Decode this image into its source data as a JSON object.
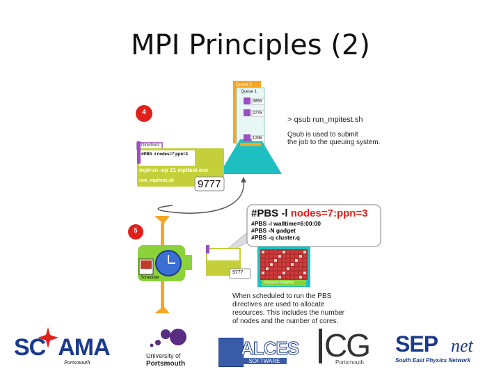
{
  "title": "MPI Principles (2)",
  "queue": {
    "queue2_label": "Queue 2",
    "queue1_label": "Queue 1",
    "jobs": [
      "3858",
      "2776",
      "1296"
    ]
  },
  "step4": {
    "number": "4",
    "qsub_cmd": "> qsub run_mpitest.sh",
    "qsub_desc_line1": "Qsub is used to submit",
    "qsub_desc_line2": "the job to the queuing system."
  },
  "script": {
    "tab_label": "Directives",
    "pbs_line": "#PBS -l nodes=7:ppn=3",
    "mpirun_line": "mpirun -np 21 mpitest.exe",
    "filename": "run_mpitest.sh",
    "job_id": "9777"
  },
  "zoom": {
    "pbs_prefix": "#PBS -l ",
    "pbs_nodes": "nodes=7:ppn=3",
    "line2": "#PBS -l walltime=6:00:00",
    "line3": "#PBS -N gadget",
    "line4": "#PBS -q cluster.q"
  },
  "step5": {
    "number": "5",
    "scheduler_label": "Scheduler",
    "small_job_id": "9777",
    "resource_label": "Resource Mapping",
    "desc_line1": "When scheduled to run the PBS",
    "desc_line2": "directives are used to allocate",
    "desc_line3": "resources. This includes the number",
    "desc_line4": "of nodes and the number of cores."
  },
  "logos": {
    "sciama_main": "SC",
    "sciama_end": "AMA",
    "sciama_sub": "Portsmouth",
    "uop_line1": "University of",
    "uop_line2": "Portsmouth",
    "alces_main": "ALCES",
    "alces_sub": "SOFTWARE",
    "icg_main": "CG",
    "icg_sub": "Portsmouth",
    "sep_main": "SEP",
    "sep_net": "net",
    "sep_sub": "South East Physics Network"
  },
  "colors": {
    "orange": "#f5a623",
    "teal": "#1ebfc1",
    "red": "#e0211b",
    "green": "#8bd23a",
    "olive": "#c5cf3a",
    "navy": "#1a3a8c"
  }
}
